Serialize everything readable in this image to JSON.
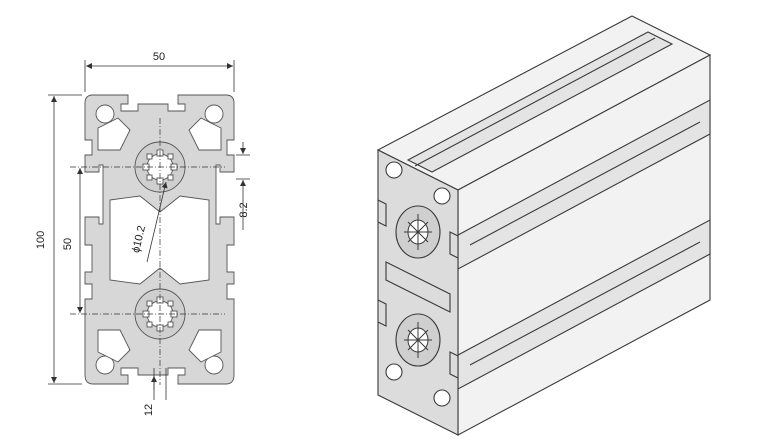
{
  "dimensions": {
    "width_top": "50",
    "height_total": "100",
    "height_inner": "50",
    "slot_width": "8.2",
    "bore_diameter": "ϕ10.2",
    "center_offset": "12"
  },
  "colors": {
    "profile_fill": "#d7d7d7",
    "outline": "#555555",
    "dimension_line": "#333333"
  }
}
